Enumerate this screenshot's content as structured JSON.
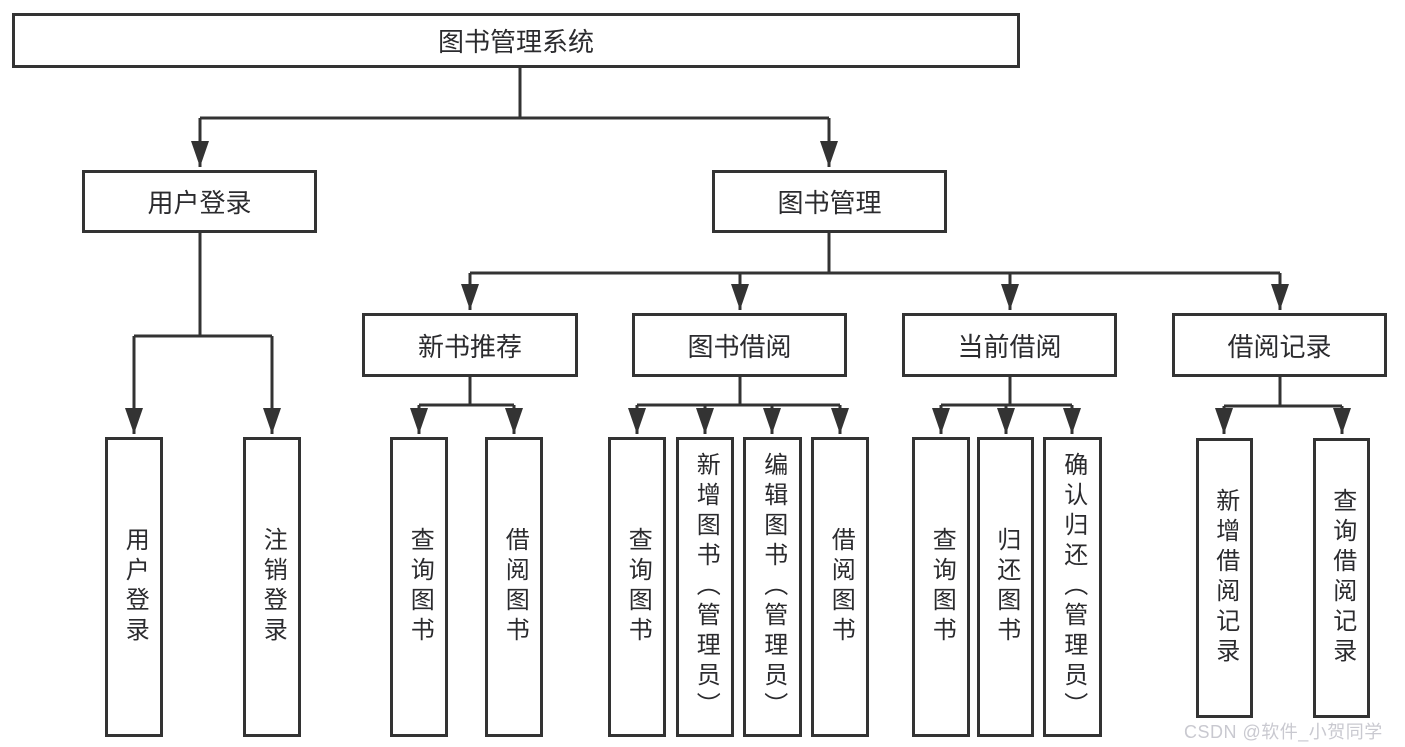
{
  "tree": {
    "root": "图书管理系统",
    "branches": [
      {
        "label": "用户登录",
        "children": [
          "用户登录",
          "注销登录"
        ]
      },
      {
        "label": "图书管理",
        "sections": [
          {
            "label": "新书推荐",
            "children": [
              "查询图书",
              "借阅图书"
            ]
          },
          {
            "label": "图书借阅",
            "children": [
              "查询图书",
              "新增图书（管理员）",
              "编辑图书（管理员）",
              "借阅图书"
            ]
          },
          {
            "label": "当前借阅",
            "children": [
              "查询图书",
              "归还图书",
              "确认归还（管理员）"
            ]
          },
          {
            "label": "借阅记录",
            "children": [
              "新增借阅记录",
              "查询借阅记录"
            ]
          }
        ]
      }
    ]
  },
  "watermark": "CSDN @软件_小贺同学",
  "colors": {
    "line": "#333333",
    "text": "#2b2b2e",
    "watermark": "#c9c9d0",
    "background": "#ffffff"
  }
}
